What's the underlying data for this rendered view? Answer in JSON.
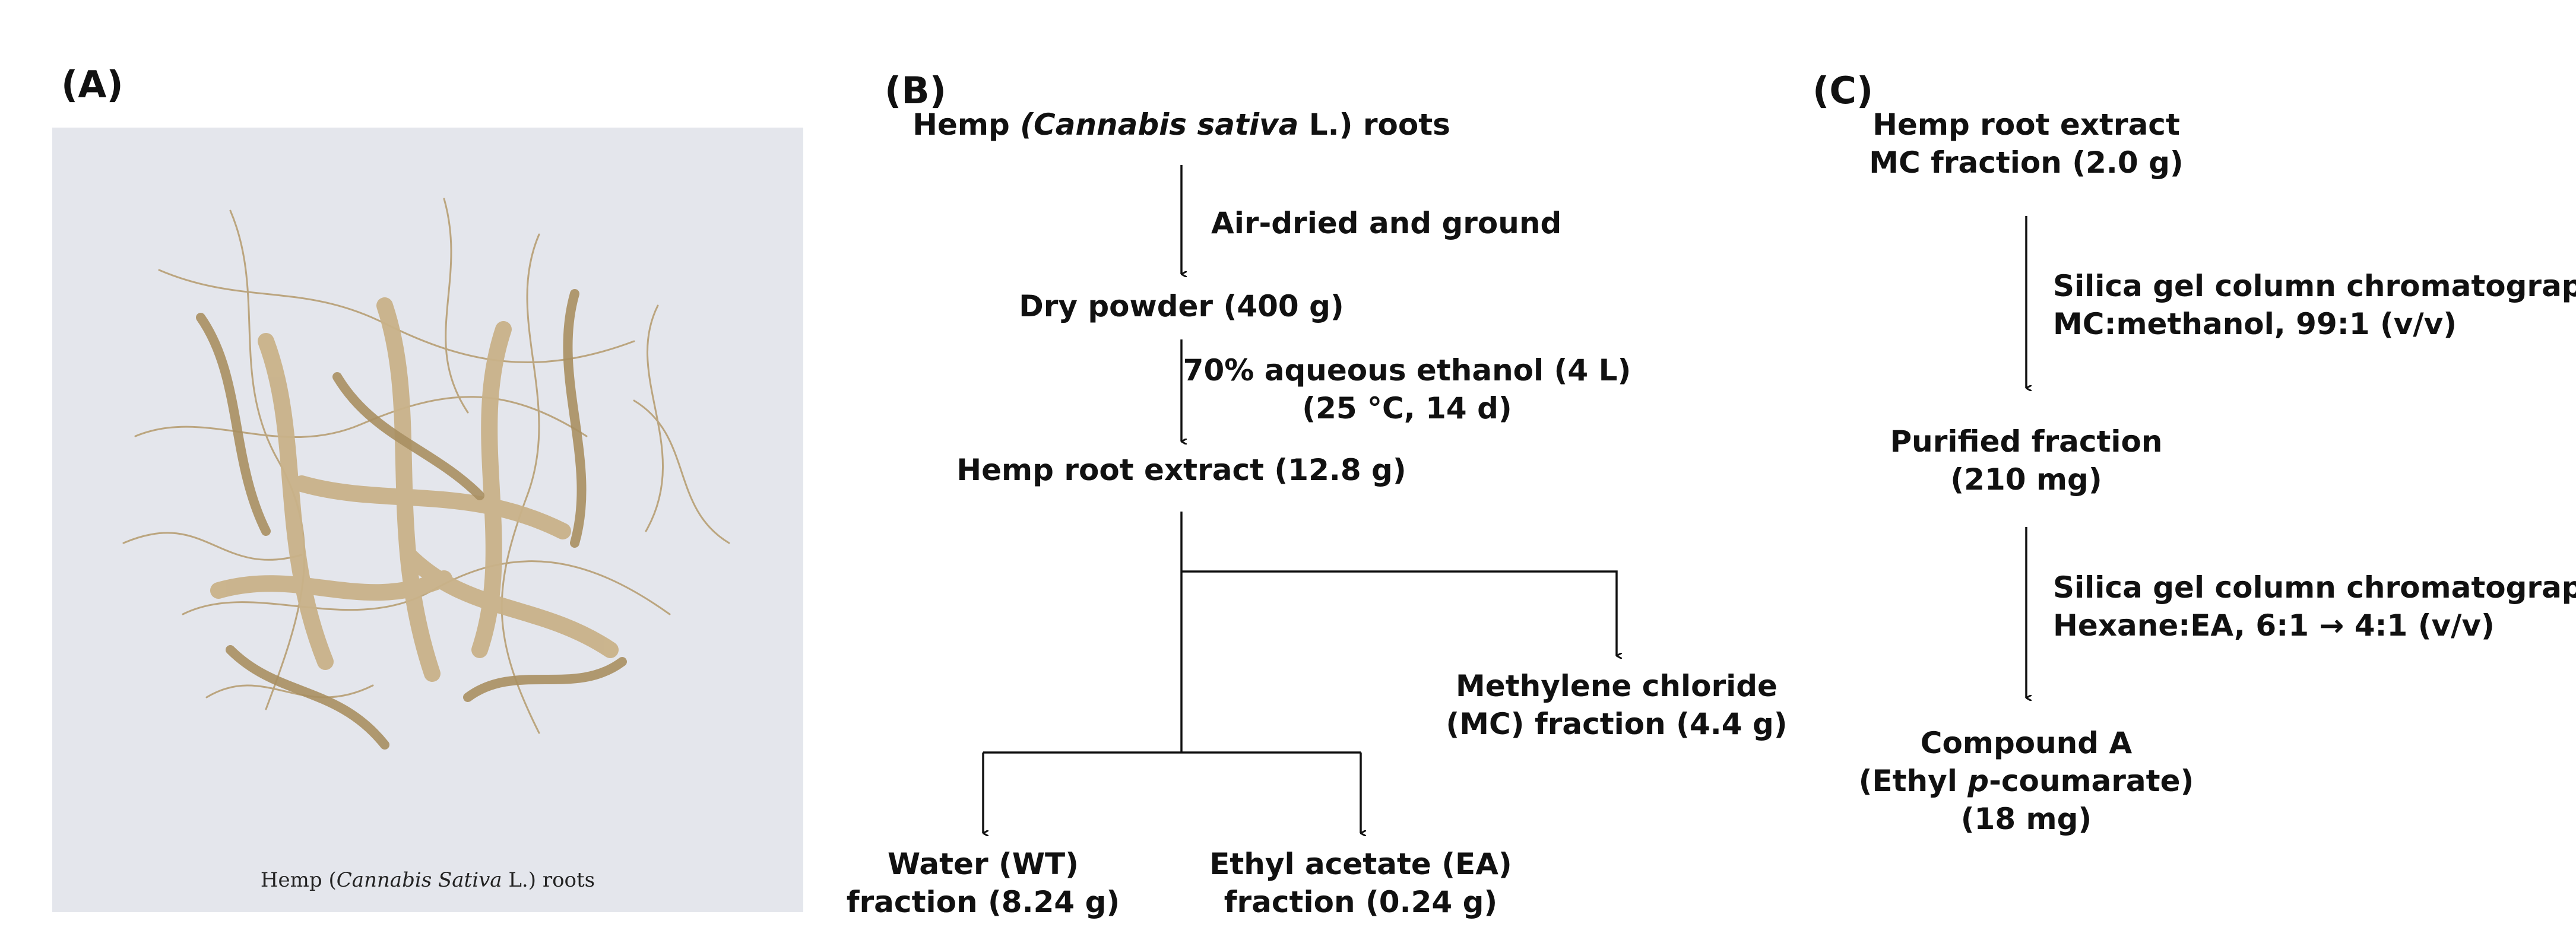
{
  "panels": {
    "a_label": "(A)",
    "b_label": "(B)",
    "c_label": "(C)"
  },
  "photo": {
    "caption_pre": "Hemp (",
    "caption_italic": "Cannabis Sativa",
    "caption_post": " L.) roots"
  },
  "panel_b": {
    "root_pre": "Hemp ",
    "root_italic": "(Cannabis sativa",
    "root_post": " L.) roots",
    "step1": "Air-dried and ground",
    "dry_powder": "Dry powder (400 g)",
    "step2_line1": "70% aqueous ethanol (4 L)",
    "step2_line2": "(25 °C, 14 d)",
    "extract": "Hemp root extract (12.8 g)",
    "mc_line1": "Methylene chloride",
    "mc_line2": "(MC) fraction (4.4 g)",
    "wt_line1": "Water (WT)",
    "wt_line2": "fraction (8.24 g)",
    "ea_line1": "Ethyl acetate (EA)",
    "ea_line2": "fraction (0.24 g)"
  },
  "panel_c": {
    "start_line1": "Hemp root extract",
    "start_line2": "MC fraction (2.0 g)",
    "step1_line1": "Silica gel column chromatography",
    "step1_line2": "MC:methanol, 99:1 (v/v)",
    "purified_line1": "Purified fraction",
    "purified_line2": "(210 mg)",
    "step2_line1": "Silica gel column chromatography",
    "step2_line2": "Hexane:EA, 6:1 → 4:1 (v/v)",
    "compound_line1": "Compound A",
    "compound_line2_pre": "(Ethyl ",
    "compound_line2_italic": "p",
    "compound_line2_post": "-coumarate)",
    "compound_line3": "(18 mg)"
  }
}
